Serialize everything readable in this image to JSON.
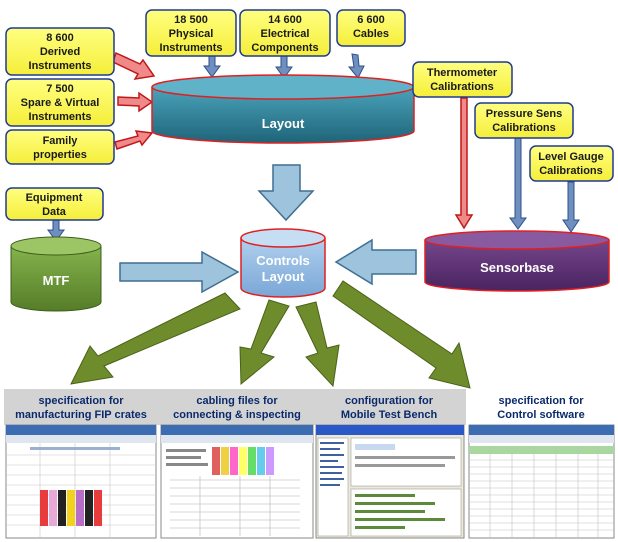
{
  "colors": {
    "note_fill": "#ffff66",
    "note_stroke": "#1f3a93",
    "layout_fill": "#2f7f96",
    "mtf_fill": "#6b9a36",
    "controls_fill": "#8fb8e0",
    "sensorbase_fill": "#5a2f6e",
    "db_stroke": "#e02020",
    "blue_arrow": "#6e8fc0",
    "red_arrow": "#e03a3a",
    "big_arrow": "#9ec3dd",
    "green_arrow": "#6e8c2c",
    "out_band": "#d3d3d3"
  },
  "notes": {
    "derived": {
      "l1": "8 600",
      "l2": "Derived",
      "l3": "Instruments"
    },
    "spare": {
      "l1": "7 500",
      "l2": "Spare & Virtual",
      "l3": "Instruments"
    },
    "family": {
      "l1": "Family",
      "l2": "properties"
    },
    "physical": {
      "l1": "18 500",
      "l2": "Physical",
      "l3": "Instruments"
    },
    "electrical": {
      "l1": "14 600",
      "l2": "Electrical",
      "l3": "Components"
    },
    "cables": {
      "l1": "6 600",
      "l2": "Cables"
    },
    "thermo": {
      "l1": "Thermometer",
      "l2": "Calibrations"
    },
    "pressure": {
      "l1": "Pressure Sens",
      "l2": "Calibrations"
    },
    "level": {
      "l1": "Level Gauge",
      "l2": "Calibrations"
    },
    "equipment": {
      "l1": "Equipment",
      "l2": "Data"
    }
  },
  "databases": {
    "layout": "Layout",
    "mtf": "MTF",
    "controls": {
      "l1": "Controls",
      "l2": "Layout"
    },
    "sensorbase": "Sensorbase"
  },
  "outputs": [
    {
      "l1": "specification for",
      "l2": "manufacturing FIP crates",
      "thumb_icon": "spreadsheet-crate-icon"
    },
    {
      "l1": "cabling files for",
      "l2": "connecting & inspecting",
      "thumb_icon": "spreadsheet-cabling-icon"
    },
    {
      "l1": "configuration for",
      "l2": "Mobile Test Bench",
      "thumb_icon": "app-window-icon"
    },
    {
      "l1": "specification for",
      "l2": "Control software",
      "thumb_icon": "spreadsheet-table-icon"
    }
  ]
}
